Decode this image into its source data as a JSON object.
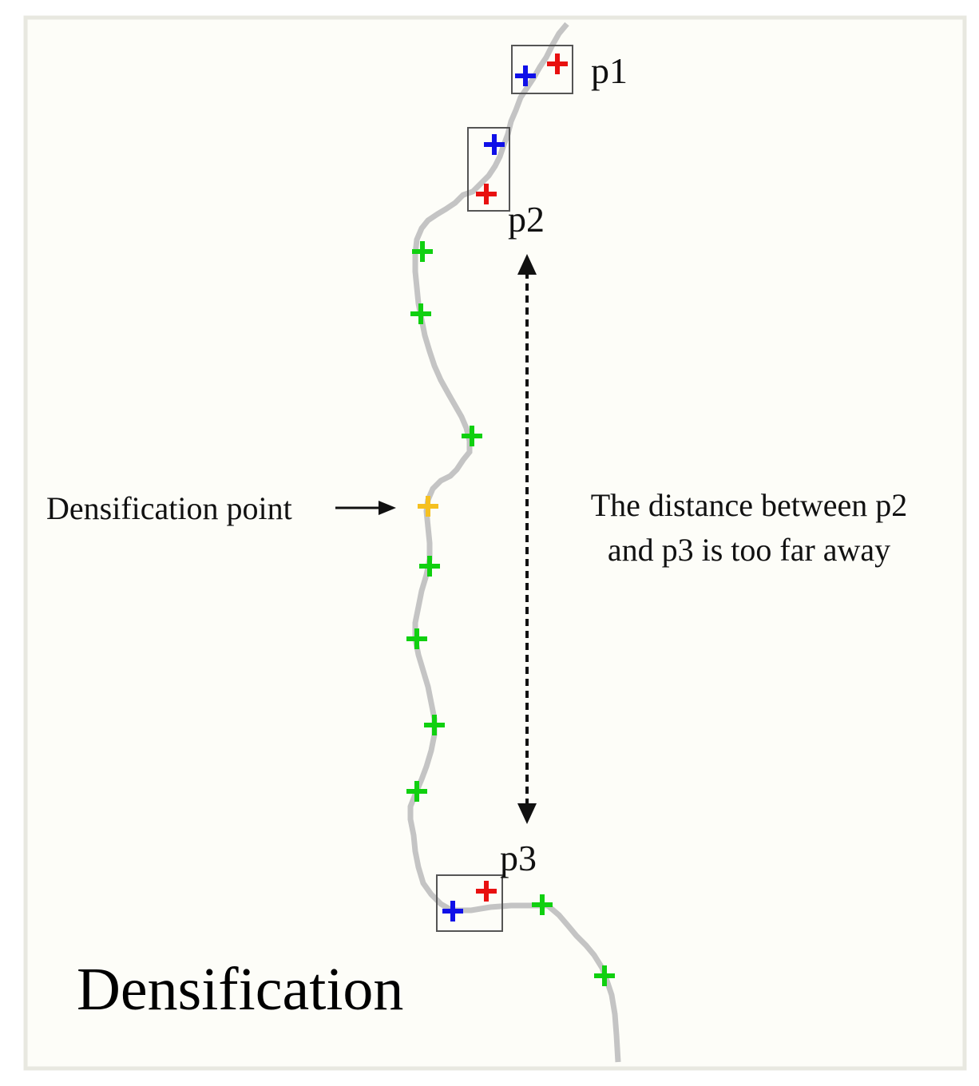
{
  "labels": {
    "p1": "p1",
    "p2": "p2",
    "p3": "p3",
    "densification_point": "Densification point",
    "distance_line1": "The distance between p2",
    "distance_line2": "and p3 is too far away",
    "caption": "Densification"
  },
  "colors": {
    "background": "#fdfdf8",
    "border": "#e8e8e0",
    "path": "#c4c4c4",
    "box": "#555555",
    "blue_marker": "#1010e8",
    "red_marker": "#e81010",
    "green_marker": "#10d010",
    "yellow_marker": "#f5c020",
    "arrow": "#111111",
    "text": "#111111"
  }
}
